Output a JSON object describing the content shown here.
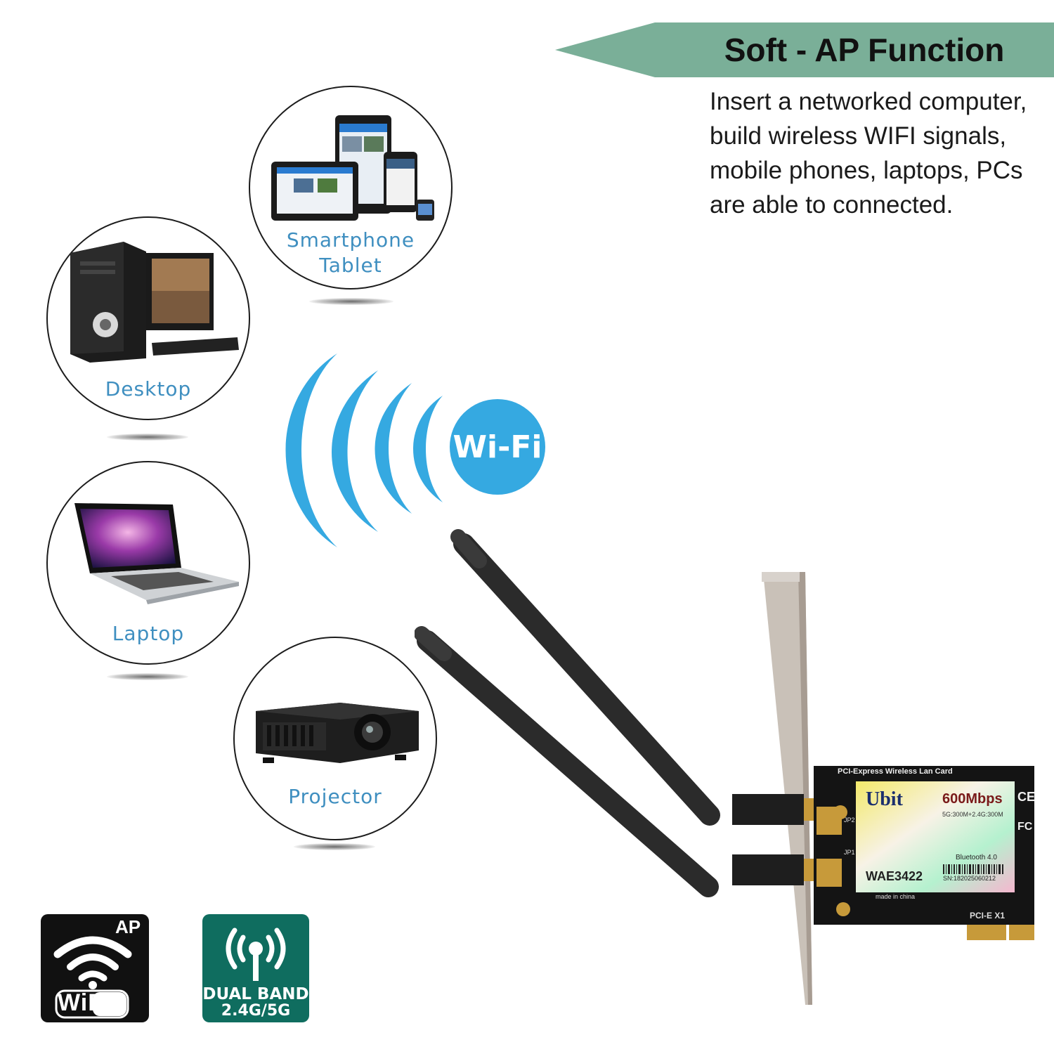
{
  "header": {
    "title": "Soft - AP Function",
    "banner_color": "#7aaf98",
    "description_lines": [
      "Insert a networked computer,",
      "build wireless WIFI signals,",
      "mobile phones, laptops, PCs",
      "are able to connected."
    ]
  },
  "devices": [
    {
      "id": "smartphone-tablet",
      "label_lines": [
        "Smartphone",
        "Tablet"
      ]
    },
    {
      "id": "desktop",
      "label_lines": [
        "Desktop"
      ]
    },
    {
      "id": "laptop",
      "label_lines": [
        "Laptop"
      ]
    },
    {
      "id": "projector",
      "label_lines": [
        "Projector"
      ]
    }
  ],
  "wifi_signal": {
    "label": "Wi-Fi",
    "color": "#35a9e1",
    "arc_count": 4
  },
  "product_card": {
    "header_text": "PCI-Express Wireless Lan Card",
    "brand": "Ubit",
    "speed": "600Mbps",
    "band_spec": "5G:300M+2.4G:300M",
    "bluetooth": "Bluetooth 4.0",
    "model": "WAE3422",
    "serial": "SN:182025060212",
    "made_in": "made in china",
    "interface": "PCI-E X1",
    "cert_ce": "CE",
    "cert_fc": "FC",
    "jp1": "JP1",
    "jp2": "JP2"
  },
  "badges": {
    "ap": {
      "corner_text": "AP",
      "logo_text": "WiFi",
      "bg": "#111111"
    },
    "dual_band": {
      "line1": "DUAL BAND",
      "line2": "2.4G/5G",
      "bg": "#0f6d5f"
    }
  }
}
